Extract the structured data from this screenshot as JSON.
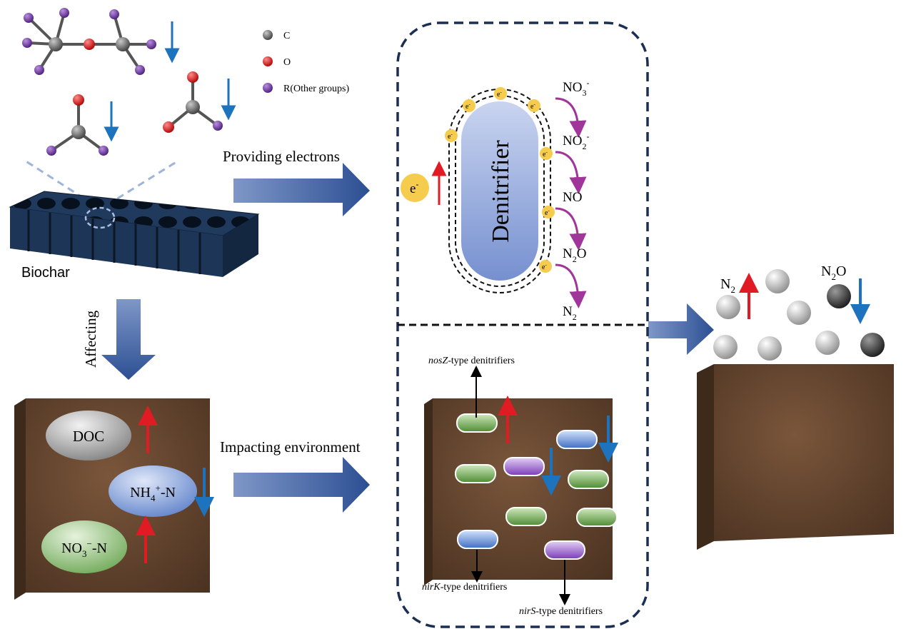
{
  "legend": {
    "carbon": "C",
    "oxygen": "O",
    "other": "R(Other groups)"
  },
  "biochar_label": "Biochar",
  "arrows": {
    "providing_electrons": "Providing electrons",
    "affecting": "Affecting",
    "impacting_environment": "Impacting environment"
  },
  "cell": {
    "label": "Denitrifier",
    "electron": "e",
    "electron_charge": "-"
  },
  "pathway": [
    {
      "base": "NO",
      "sub": "3",
      "sup": "-"
    },
    {
      "base": "NO",
      "sub": "2",
      "sup": "-"
    },
    {
      "base": "NO",
      "sub": "",
      "sup": ""
    },
    {
      "base": "N",
      "sub": "2",
      "sup": "",
      "tail": "O"
    },
    {
      "base": "N",
      "sub": "2",
      "sup": ""
    }
  ],
  "soil_factors": {
    "doc": "DOC",
    "nh4": {
      "base": "NH",
      "sub": "4",
      "sup": "+",
      "tail": "-N"
    },
    "no3": {
      "base": "NO",
      "sub": "3",
      "sup": "−",
      "tail": "-N"
    }
  },
  "genes": {
    "nosz": {
      "italic": "nosZ",
      "rest": "-type denitrifiers"
    },
    "nirk": {
      "italic": "nirK",
      "rest": "-type denitrifiers"
    },
    "nirs": {
      "italic": "nirS",
      "rest": "-type denitrifiers"
    }
  },
  "gases": {
    "n2": {
      "base": "N",
      "sub": "2"
    },
    "n2o": {
      "base": "N",
      "sub": "2",
      "tail": "O"
    }
  },
  "colors": {
    "arrow_up": "#e01b24",
    "arrow_down": "#1e73be",
    "pathway_arrow": "#a0359a",
    "box_dash": "#1b2f55",
    "soil": "#5a3e2b",
    "electron": "#f5cc4e"
  }
}
